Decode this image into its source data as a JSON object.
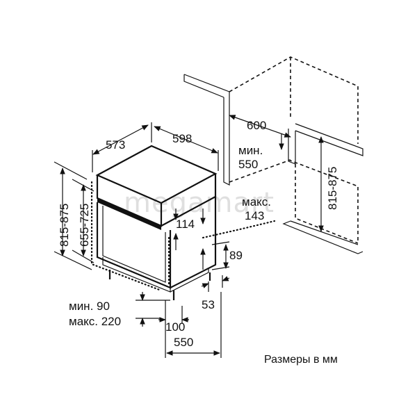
{
  "caption": "Размеры в мм",
  "watermark": "megamart",
  "dimensions": {
    "depth_top": "573",
    "width_top": "598",
    "niche_width": "600",
    "min_depth_label": "мин.",
    "min_depth_value": "550",
    "niche_height": "815-875",
    "height_total": "815-875",
    "height_body": "655-725",
    "panel_max_label": "макс.",
    "panel_max_value": "143",
    "panel_gap": "114",
    "plinth_height": "89",
    "foot_offset": "53",
    "plinth_min": "мин. 90",
    "plinth_max": "макс. 220",
    "foot_depth": "100",
    "bottom_depth": "550"
  }
}
